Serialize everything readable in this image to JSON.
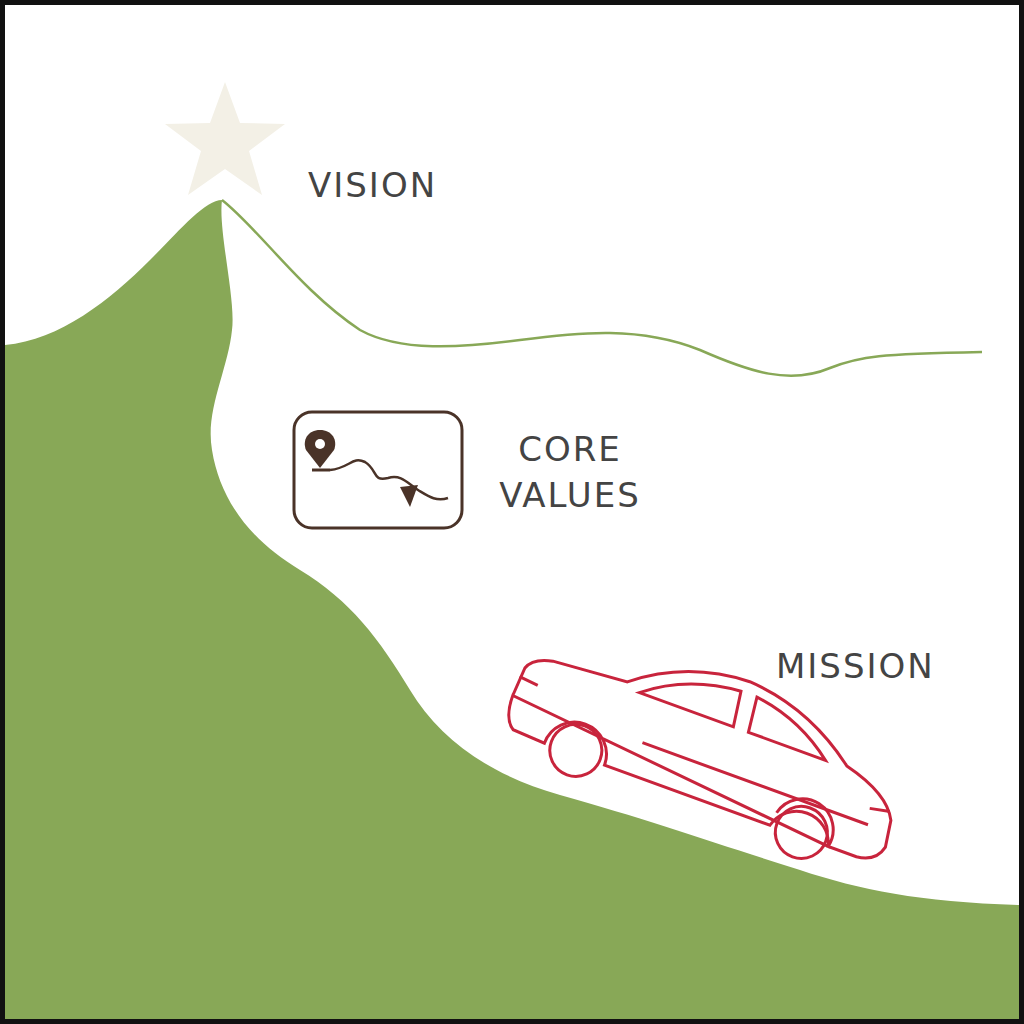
{
  "diagram": {
    "labels": [
      "VISION",
      "CORE VALUES",
      "MISSION"
    ]
  }
}
